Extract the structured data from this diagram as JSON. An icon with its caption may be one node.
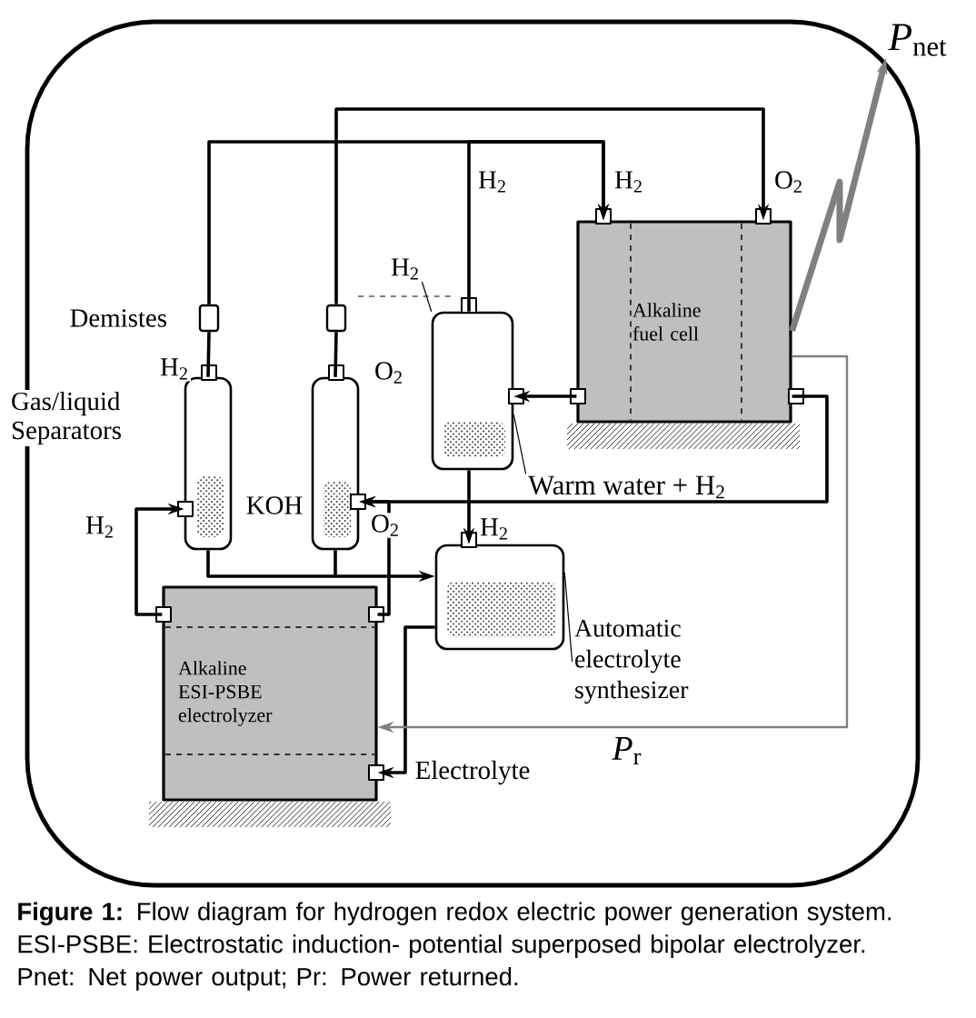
{
  "diagram": {
    "caption": "**Figure 1:** Flow diagram for hydrogen redox electric power generation system. ESI-PSBE: Electrostatic induction- potential superposed bipolar electrolyzer. Pnet: Net power output; Pr: Power returned.",
    "nodes": [
      {
        "text": [
          "Alkaline ESI-PSBE electrolyzer"
        ]
      },
      {
        "text": [],
        "shape": "cylinder"
      },
      {
        "text": [],
        "shape": "cylinder"
      },
      {
        "text": [],
        "shape": "box"
      },
      {
        "text": [],
        "shape": "box"
      },
      {
        "text": [],
        "shape": "cylinder"
      },
      {
        "text": [
          "Alkaline fuel cell"
        ]
      },
      {
        "text": [],
        "shape": "cylinder"
      },
      {
        "text": [
          "Automatic electrolyte synthesizer"
        ]
      },
      {
        "text": [
          "Warm water + H$_{2}$"
        ]
      },
      {
        "text": [
          "H$_{2}$"
        ]
      },
      {
        "text": [
          "*P*$_{net}$"
        ]
      }
    ],
    "edges": [
      {
        "from": 1,
        "to": 3,
        "arrow": "none"
      },
      {
        "from": 2,
        "to": 4,
        "arrow": "none"
      },
      {
        "from": 3,
        "to": 6,
        "arrow": "to",
        "label": "H$_{2}$"
      },
      {
        "from": 5,
        "to": 6,
        "arrow": "to",
        "label": "H$_{2}$"
      },
      {
        "from": 4,
        "to": 6,
        "arrow": "to",
        "label": "O$_{2}$"
      },
      {
        "from": 6,
        "to": 5,
        "arrow": "to"
      },
      {
        "from": 6,
        "to": 2,
        "arrow": "to"
      },
      {
        "from": 0,
        "to": 2,
        "arrow": "to"
      },
      {
        "from": 0,
        "to": 1,
        "arrow": "to",
        "label": "H$_{2}$"
      },
      {
        "from": 1,
        "to": 7,
        "arrow": "to"
      },
      {
        "from": 2,
        "to": 7,
        "arrow": "to"
      },
      {
        "from": 5,
        "to": 7,
        "arrow": "to",
        "label": "H$_{2}$"
      },
      {
        "from": 7,
        "to": 0,
        "arrow": "to",
        "label": "Electrolyte"
      },
      {
        "from": 6,
        "to": 0,
        "arrow": "to",
        "label": "*P*$_{r}$",
        "color": "#808080"
      },
      {
        "from": 6,
        "to": 11,
        "arrow": "to",
        "style": "thick",
        "color": "#808080"
      },
      {
        "from": 8,
        "to": 7,
        "arrow": "none"
      },
      {
        "from": 9,
        "to": 5,
        "arrow": "none"
      },
      {
        "from": 10,
        "to": 5,
        "arrow": "none"
      }
    ],
    "labels": [
      "Demistes",
      "H$_{2}$",
      "Gas/liquid Separators",
      "O$_{2}$",
      "KOH",
      "O$_{2}$"
    ]
  }
}
